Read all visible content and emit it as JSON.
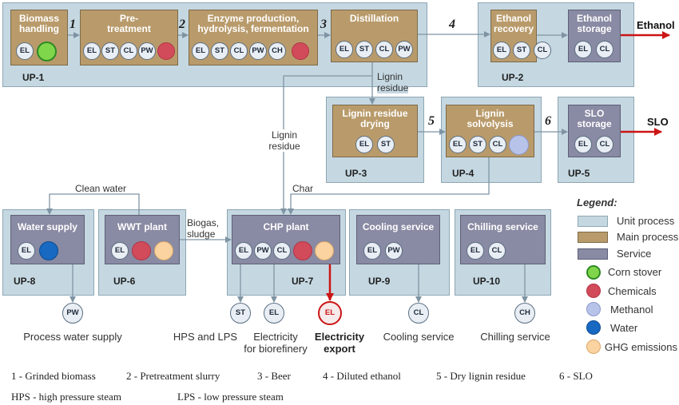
{
  "units": {
    "up1": "UP-1",
    "up2": "UP-2",
    "up3": "UP-3",
    "up4": "UP-4",
    "up5": "UP-5",
    "up6": "UP-6",
    "up7": "UP-7",
    "up8": "UP-8",
    "up9": "UP-9",
    "up10": "UP-10"
  },
  "processes": {
    "biomass": [
      "Biomass",
      "handling"
    ],
    "pretreat": [
      "Pre-",
      "treatment"
    ],
    "enzyme": [
      "Enzyme production,",
      "hydrolysis, fermentation"
    ],
    "distill": [
      "Distillation"
    ],
    "ethrec": [
      "Ethanol",
      "recovery"
    ],
    "ethstor": [
      "Ethanol",
      "storage"
    ],
    "lrdry": [
      "Lignin residue",
      "drying"
    ],
    "lsolv": [
      "Lignin",
      "solvolysis"
    ],
    "slostor": [
      "SLO",
      "storage"
    ],
    "water": [
      "Water supply"
    ],
    "wwt": [
      "WWT plant"
    ],
    "chp": [
      "CHP plant"
    ],
    "cool": [
      "Cooling service"
    ],
    "chill": [
      "Chilling service"
    ]
  },
  "resources": {
    "el": "EL",
    "st": "ST",
    "cl": "CL",
    "pw": "PW",
    "ch": "CH"
  },
  "streams": {
    "s1": "1",
    "s2": "2",
    "s3": "3",
    "s4": "4",
    "s5": "5",
    "s6": "6"
  },
  "labels": {
    "lignin_residue_a": [
      "Lignin",
      "residue"
    ],
    "lignin_residue_b": [
      "Lignin",
      "residue"
    ],
    "char": "Char",
    "clean_water": "Clean water",
    "biogas": [
      "Biogas,",
      "sludge"
    ]
  },
  "products": {
    "ethanol": "Ethanol",
    "slo": "SLO"
  },
  "outputs": {
    "pw": "Process water supply",
    "st": "HPS and LPS",
    "el": [
      "Electricity",
      "for biorefinery"
    ],
    "el_export": [
      "Electricity",
      "export"
    ],
    "cl": "Cooling service",
    "ch": "Chilling service"
  },
  "legend": {
    "title": "Legend:",
    "unit_process": "Unit process",
    "main_process": "Main process",
    "service": "Service",
    "corn_stover": "Corn stover",
    "chemicals": "Chemicals",
    "methanol": "Methanol",
    "water": "Water",
    "ghg": "GHG emissions"
  },
  "footnotes": {
    "f1": "1 - Grinded biomass",
    "f2": "2 - Pretreatment slurry",
    "f3": "3 - Beer",
    "f4": "4 - Diluted ethanol",
    "f5": "5 - Dry lignin residue",
    "f6": "6 - SLO",
    "hps": "HPS - high pressure steam",
    "lps": "LPS - low pressure steam"
  },
  "colors": {
    "unit_process": "#c5d8e2",
    "main_process": "#b99b6b",
    "service": "#898aa3",
    "corn_stover": "#80d64a",
    "chemicals": "#d24b5a",
    "methanol": "#b8c3ea",
    "water": "#1769c2",
    "ghg": "#fbd3a0",
    "product_arrow": "#cc1515"
  }
}
